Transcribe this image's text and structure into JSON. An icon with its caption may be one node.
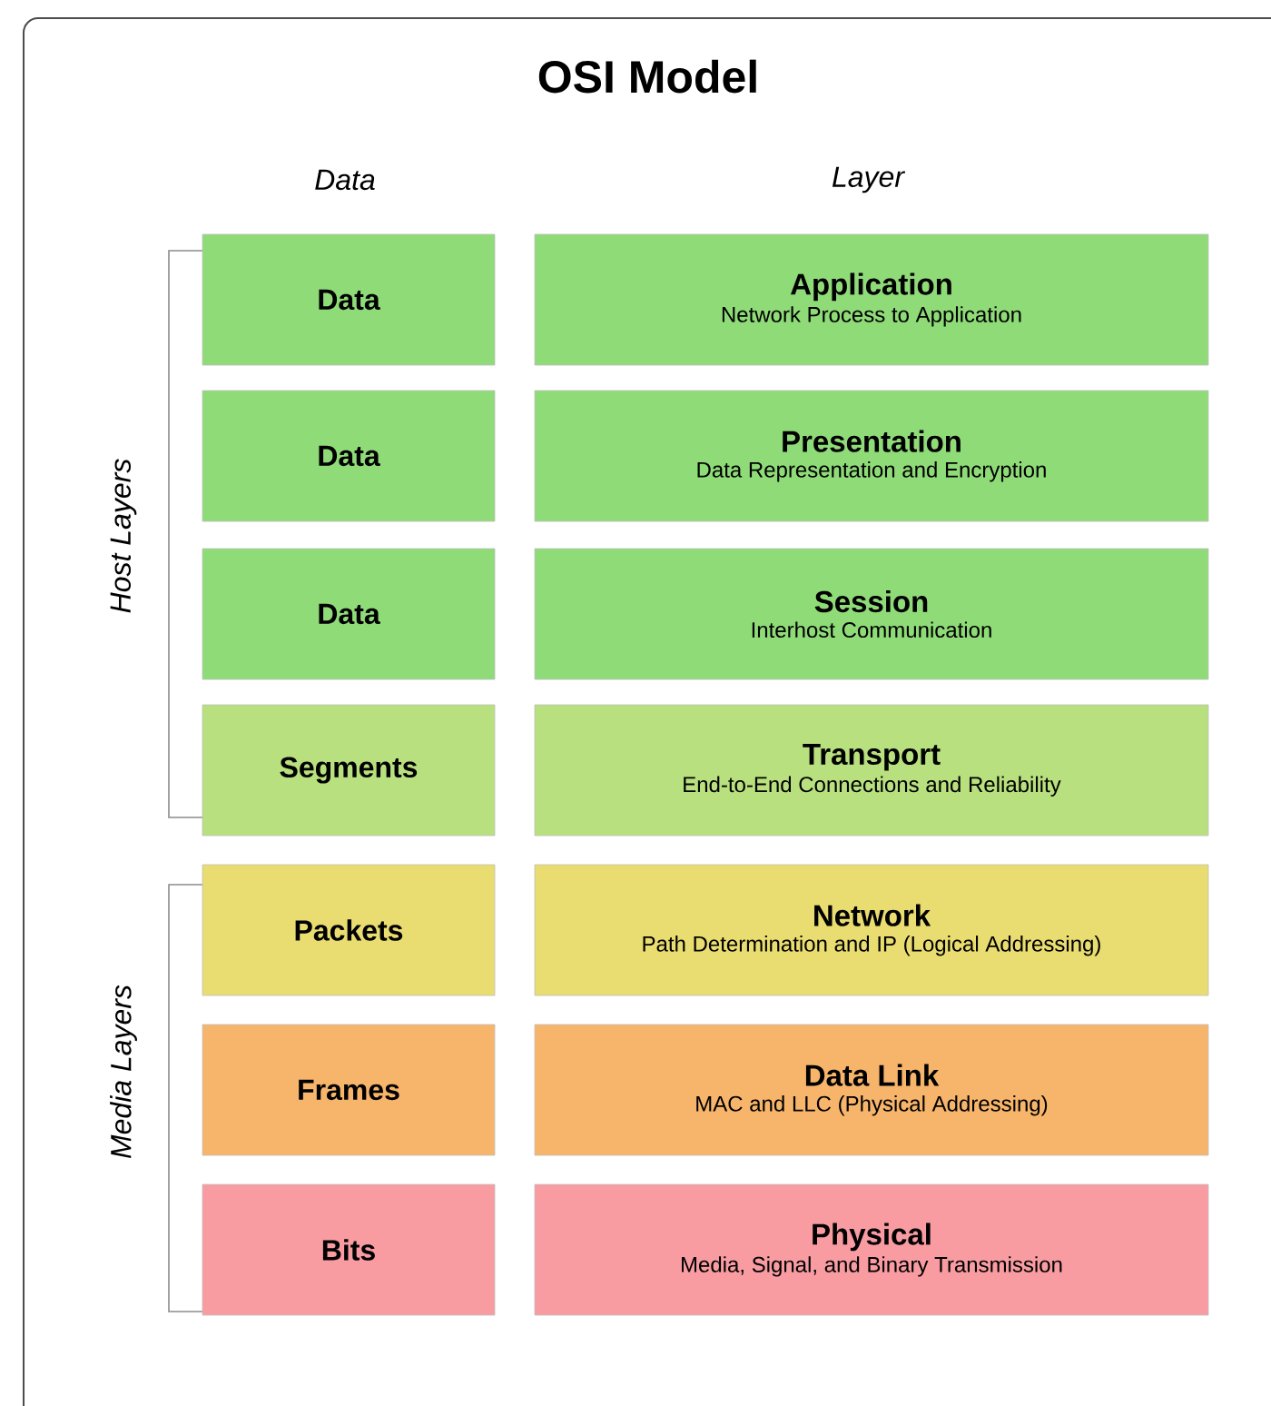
{
  "diagram": {
    "title": "OSI Model",
    "nodes": [
      {
        "text": [
          "Data"
        ]
      },
      {
        "text": [
          "Application",
          "Network Process to Application"
        ]
      },
      {
        "text": [
          "Data"
        ]
      },
      {
        "text": [
          "Presentation",
          "Data Representation and Encryption"
        ]
      },
      {
        "text": [
          "Data"
        ]
      },
      {
        "text": [
          "Session",
          "Interhost Communication"
        ]
      },
      {
        "text": [
          "Segments"
        ]
      },
      {
        "text": [
          "Transport",
          "End-to-End Connections and Reliability"
        ]
      },
      {
        "text": [
          "Packets"
        ]
      },
      {
        "text": [
          "Network",
          "Path Determination and IP (Logical Addressing)"
        ]
      },
      {
        "text": [
          "Frames"
        ]
      },
      {
        "text": [
          "Data Link",
          "MAC and LLC (Physical Addressing)"
        ]
      },
      {
        "text": [
          "Bits"
        ]
      },
      {
        "text": [
          "Physical",
          "Media, Signal, and Binary Transmission"
        ]
      }
    ],
    "labels": [
      "Data",
      "Layer",
      "Host Layers",
      "Media Layers"
    ]
  }
}
